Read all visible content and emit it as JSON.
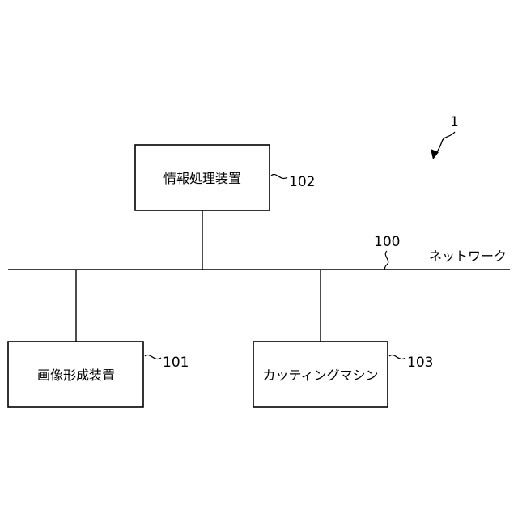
{
  "figure": {
    "ref_main": "1",
    "network": {
      "ref": "100",
      "label": "ネットワーク"
    },
    "nodes": [
      {
        "id": "information-processing-device",
        "label": "情報処理装置",
        "ref": "102"
      },
      {
        "id": "image-forming-device",
        "label": "画像形成装置",
        "ref": "101"
      },
      {
        "id": "cutting-machine",
        "label": "カッティングマシン",
        "ref": "103"
      }
    ]
  }
}
